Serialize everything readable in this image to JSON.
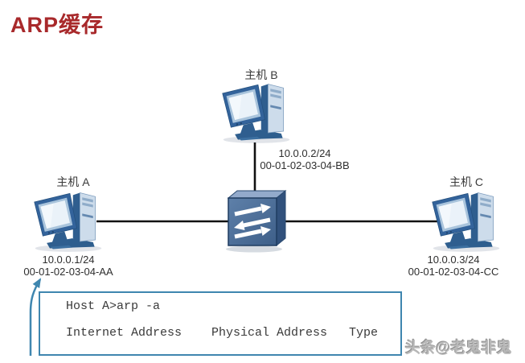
{
  "page": {
    "title": "ARP缓存",
    "watermark": "头条@老鬼非鬼"
  },
  "topology": {
    "hosts": [
      {
        "label": "主机 A",
        "ip": "10.0.0.1/24",
        "mac": "00-01-02-03-04-AA"
      },
      {
        "label": "主机 B",
        "ip": "10.0.0.2/24",
        "mac": "00-01-02-03-04-BB"
      },
      {
        "label": "主机 C",
        "ip": "10.0.0.3/24",
        "mac": "00-01-02-03-04-CC"
      }
    ],
    "icons": {
      "host": "desktop-pc-icon",
      "switch": "ethernet-switch-icon",
      "callout": "curved-arrow-icon"
    }
  },
  "console": {
    "command": "Host A>arp -a",
    "columns": [
      "Internet Address",
      "Physical Address",
      "Type"
    ]
  },
  "colors": {
    "title": "#A8292B",
    "body_text": "#2e2e2e",
    "link_line": "#111111",
    "console_border": "#3F86AF",
    "callout_arrow": "#3F86AF",
    "pc_dark_blue": "#2F5E8F",
    "pc_light_panel": "#CDDCEB",
    "switch_front": "#4C6E97"
  }
}
